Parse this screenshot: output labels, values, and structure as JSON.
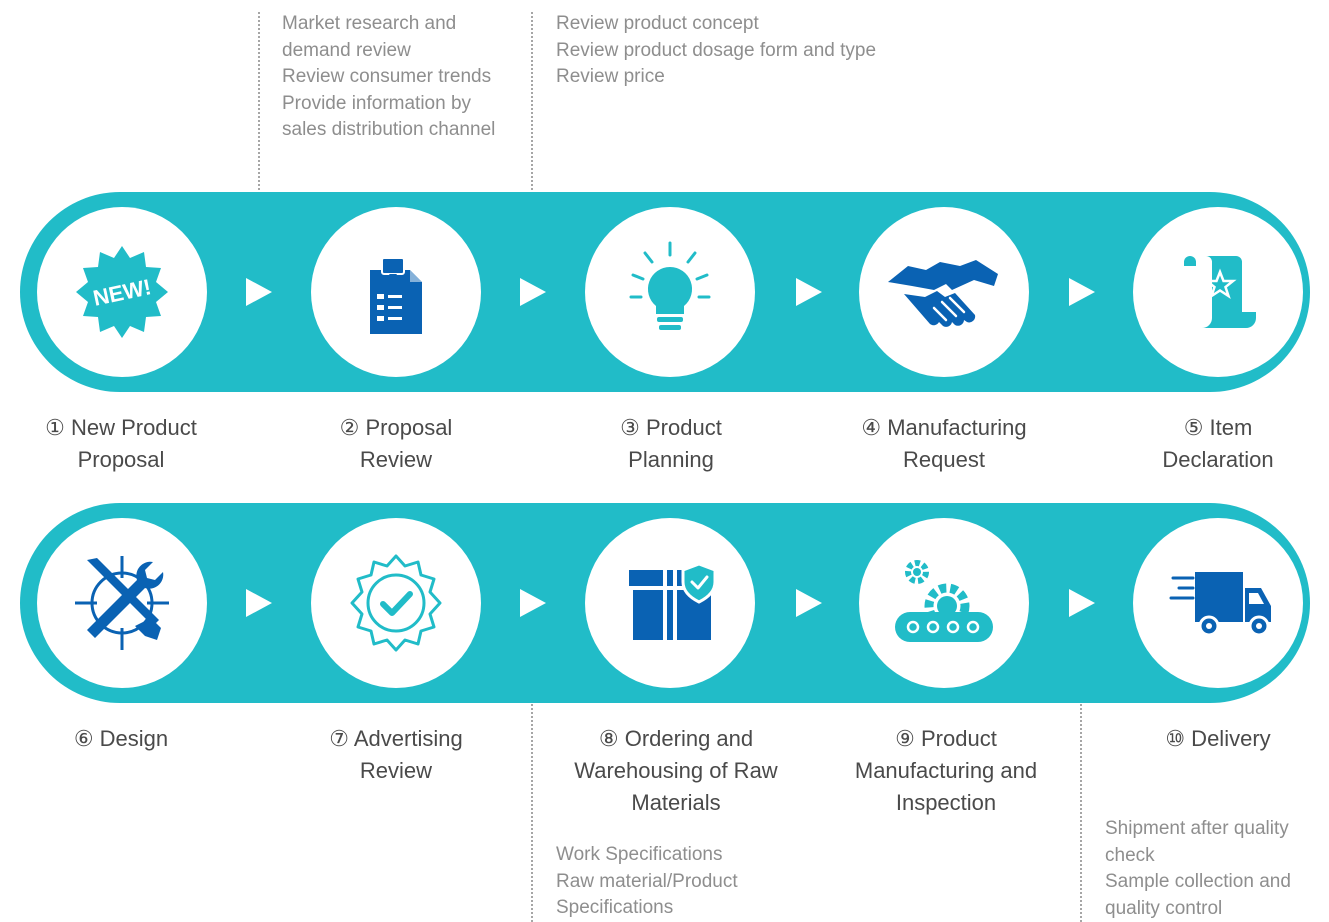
{
  "colors": {
    "band": "#21bcc8",
    "icon_blue": "#0a62b3",
    "label": "#4a4a4a",
    "note": "#8e8e8e"
  },
  "steps": [
    {
      "label": "① New Product\nProposal",
      "icon": "new-badge-icon"
    },
    {
      "label": "② Proposal\nReview",
      "icon": "checklist-icon"
    },
    {
      "label": "③ Product\nPlanning",
      "icon": "lightbulb-icon"
    },
    {
      "label": "④ Manufacturing\nRequest",
      "icon": "handshake-icon"
    },
    {
      "label": "⑤ Item\nDeclaration",
      "icon": "document-star-icon"
    },
    {
      "label": "⑥ Design",
      "icon": "wrench-pencil-icon"
    },
    {
      "label": "⑦ Advertising\nReview",
      "icon": "approval-badge-icon"
    },
    {
      "label": "⑧ Ordering and\nWarehousing of Raw\nMaterials",
      "icon": "box-shield-icon"
    },
    {
      "label": "⑨ Product\nManufacturing and\nInspection",
      "icon": "conveyor-gear-icon"
    },
    {
      "label": "⑩ Delivery",
      "icon": "delivery-truck-icon"
    }
  ],
  "icon_text": {
    "new_badge": "NEW!"
  },
  "notes": {
    "proposal_review": [
      "Market research and",
      "demand review",
      "Review consumer trends",
      "Provide information by",
      "sales distribution channel"
    ],
    "product_planning": [
      "Review product concept",
      "Review product dosage form and type",
      "Review price"
    ],
    "ordering": [
      "Work Specifications",
      "Raw material/Product",
      "Specifications"
    ],
    "delivery": [
      "Shipment after quality",
      "check",
      "Sample collection and",
      "quality control"
    ]
  }
}
